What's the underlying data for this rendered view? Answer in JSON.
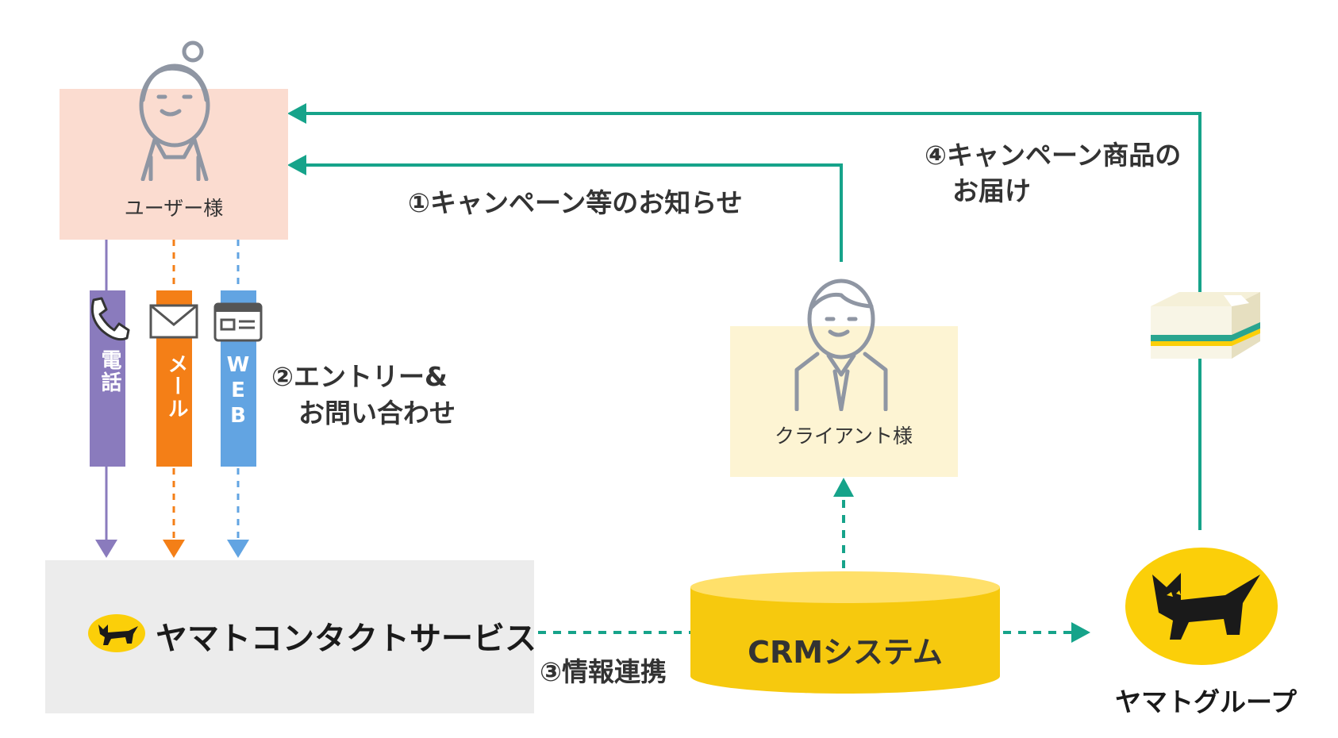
{
  "colors": {
    "user_box": "#fbdcd0",
    "client_box": "#fdf4d3",
    "service_box": "#ececec",
    "green": "#16a38a",
    "phone": "#8a7bbd",
    "mail": "#f47f17",
    "web": "#62a4e2",
    "crm": "#f6c90e",
    "yamato_yellow": "#fbcf09"
  },
  "user": {
    "label": "ユーザー様"
  },
  "client": {
    "label": "クライアント様"
  },
  "channels": {
    "phone": {
      "label": "電話",
      "icon": "phone-icon"
    },
    "mail": {
      "label": "メール",
      "icon": "mail-icon"
    },
    "web": {
      "label": "WEB",
      "icon": "browser-icon"
    }
  },
  "service": {
    "label": "ヤマトコンタクトサービス",
    "icon": "black-cat-logo"
  },
  "crm": {
    "label": "CRMシステム"
  },
  "group": {
    "label": "ヤマトグループ",
    "icon": "black-cat-logo"
  },
  "steps": {
    "step1": "①キャンペーン等のお知らせ",
    "step2_line1": "②エントリー&",
    "step2_line2": "お問い合わせ",
    "step3": "③情報連携",
    "step4_line1": "④キャンペーン商品の",
    "step4_line2": "お届け"
  },
  "package": {
    "icon": "package-box-icon"
  }
}
